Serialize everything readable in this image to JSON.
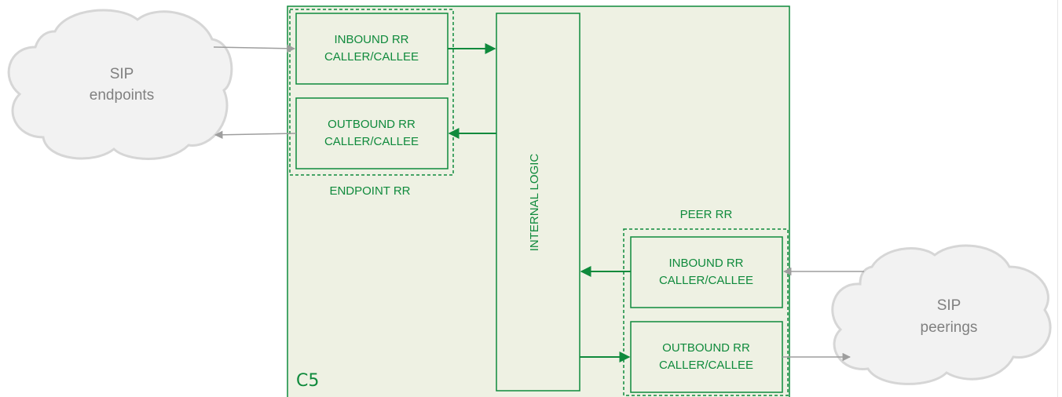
{
  "colors": {
    "green": "#0f8a3c",
    "panel_fill": "#eef1e3",
    "cloud_fill": "#f2f2f2",
    "cloud_stroke": "#d6d6d6",
    "cloud_text": "#808080",
    "grey_arrow": "#9e9e9e"
  },
  "system": {
    "label": "C5"
  },
  "clouds": {
    "endpoints": {
      "line1": "SIP",
      "line2": "endpoints"
    },
    "peerings": {
      "line1": "SIP",
      "line2": "peerings"
    }
  },
  "endpoint_rr": {
    "label": "ENDPOINT RR",
    "inbound": {
      "line1": "INBOUND RR",
      "line2": "CALLER/CALLEE"
    },
    "outbound": {
      "line1": "OUTBOUND RR",
      "line2": "CALLER/CALLEE"
    }
  },
  "peer_rr": {
    "label": "PEER RR",
    "inbound": {
      "line1": "INBOUND RR",
      "line2": "CALLER/CALLEE"
    },
    "outbound": {
      "line1": "OUTBOUND RR",
      "line2": "CALLER/CALLEE"
    }
  },
  "internal_logic": {
    "label": "INTERNAL LOGIC"
  },
  "edges": [
    {
      "from": "SIP endpoints",
      "to": "ENDPOINT RR / INBOUND RR"
    },
    {
      "from": "ENDPOINT RR / INBOUND RR",
      "to": "INTERNAL LOGIC"
    },
    {
      "from": "INTERNAL LOGIC",
      "to": "ENDPOINT RR / OUTBOUND RR"
    },
    {
      "from": "ENDPOINT RR / OUTBOUND RR",
      "to": "SIP endpoints"
    },
    {
      "from": "SIP peerings",
      "to": "PEER RR / INBOUND RR"
    },
    {
      "from": "PEER RR / INBOUND RR",
      "to": "INTERNAL LOGIC"
    },
    {
      "from": "INTERNAL LOGIC",
      "to": "PEER RR / OUTBOUND RR"
    },
    {
      "from": "PEER RR / OUTBOUND RR",
      "to": "SIP peerings"
    }
  ]
}
